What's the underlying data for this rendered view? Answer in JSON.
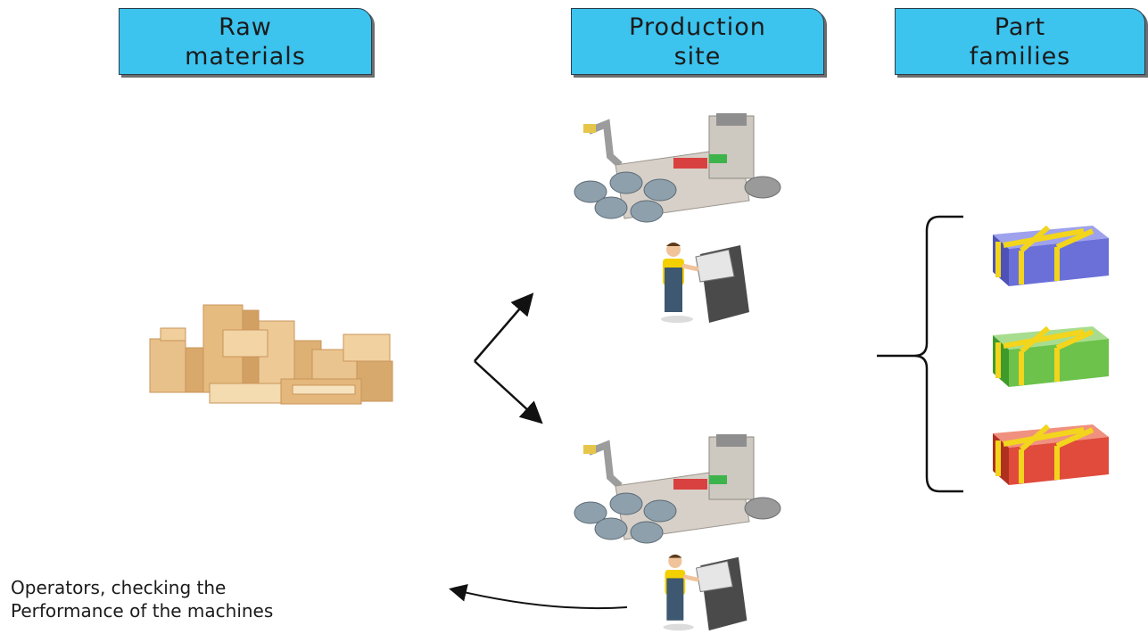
{
  "headers": {
    "raw_materials": "Raw\nmaterials",
    "production_site": "Production\nsite",
    "part_families": "Part\nfamilies"
  },
  "annotation": {
    "operators_note": "Operators, checking the\nPerformance of the machines"
  },
  "icons": {
    "raw": "cardboard-boxes-icon",
    "machine": "injection-molding-machine-icon",
    "operator": "operator-at-terminal-icon",
    "part_family": "packaged-part-box-icon"
  },
  "colors": {
    "header_fill": "#3cc3ee",
    "family_blue": "#6b6fd8",
    "family_green": "#6cc24a",
    "family_red": "#e04b3c",
    "strap_yellow": "#f2d51c"
  }
}
